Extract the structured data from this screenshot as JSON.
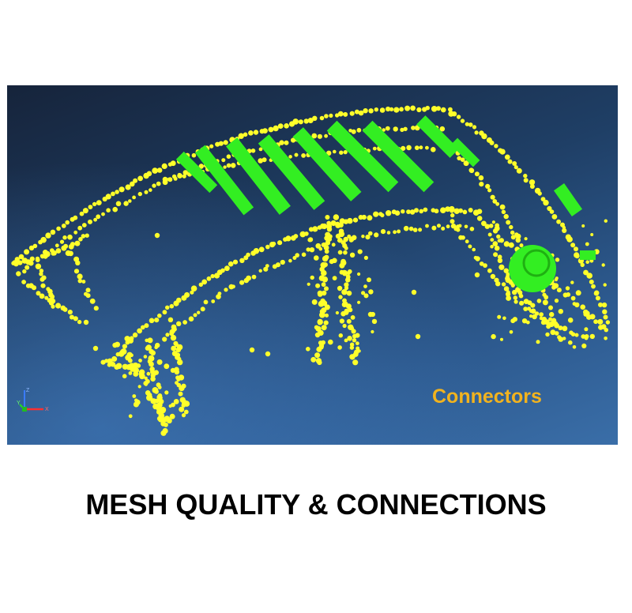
{
  "viewport": {
    "label": "Connectors",
    "label_color": "#f2b31e",
    "connector_color": "#ffff2a",
    "weld_patch_color": "#33ee22",
    "background_top": "#16243b",
    "background_bottom": "#3a6ea8",
    "axis_triad": {
      "x": "X",
      "y": "Y",
      "z": "Z"
    }
  },
  "caption": "MESH QUALITY & CONNECTIONS"
}
